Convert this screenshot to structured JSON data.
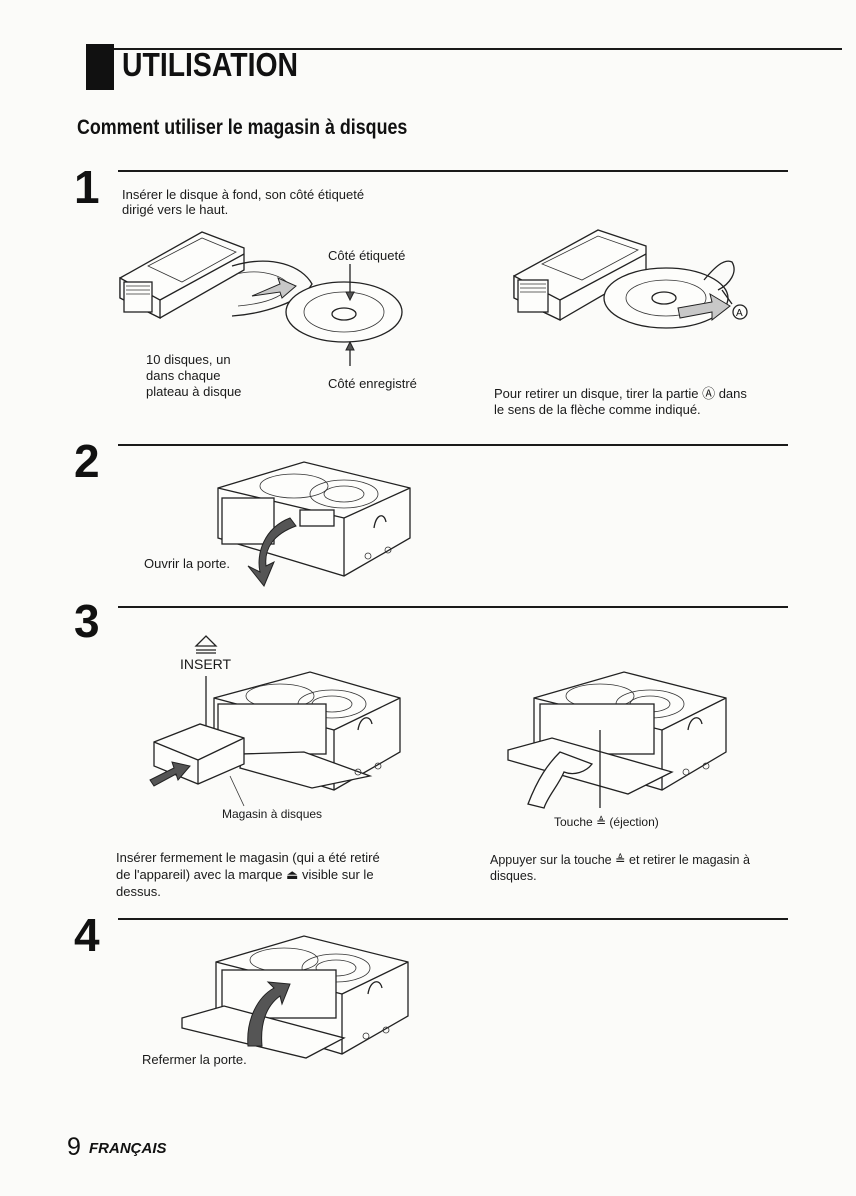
{
  "header": {
    "title": "UTILISATION",
    "subtitle": "Comment utiliser le magasin à disques"
  },
  "steps": [
    {
      "number": "1",
      "text_line1": "Insérer le disque à fond, son côté étiqueté",
      "text_line2": "dirigé vers le haut.",
      "label_top": "Côté étiqueté",
      "label_bottom": "Côté enregistré",
      "label_left_1": "10 disques, un",
      "label_left_2": "dans chaque",
      "label_left_3": "plateau à disque",
      "right_line1": "Pour retirer un disque, tirer la partie Ⓐ dans",
      "right_line2": "le sens de la flèche comme indiqué.",
      "marker": "A"
    },
    {
      "number": "2",
      "caption": "Ouvrir la porte."
    },
    {
      "number": "3",
      "insert_label": "INSERT",
      "magazine_label": "Magasin à disques",
      "eject_label": "Touche ≜ (éjection)",
      "left_line1": "Insérer fermement le magasin (qui a été retiré",
      "left_line2": "de l'appareil) avec la marque ⏏ visible sur le",
      "left_line3": "dessus.",
      "right_line1": "Appuyer sur la touche ≜ et retirer le magasin à",
      "right_line2": "disques."
    },
    {
      "number": "4",
      "caption": "Refermer la porte."
    }
  ],
  "footer": {
    "page_number": "9",
    "language": "FRANÇAIS"
  }
}
